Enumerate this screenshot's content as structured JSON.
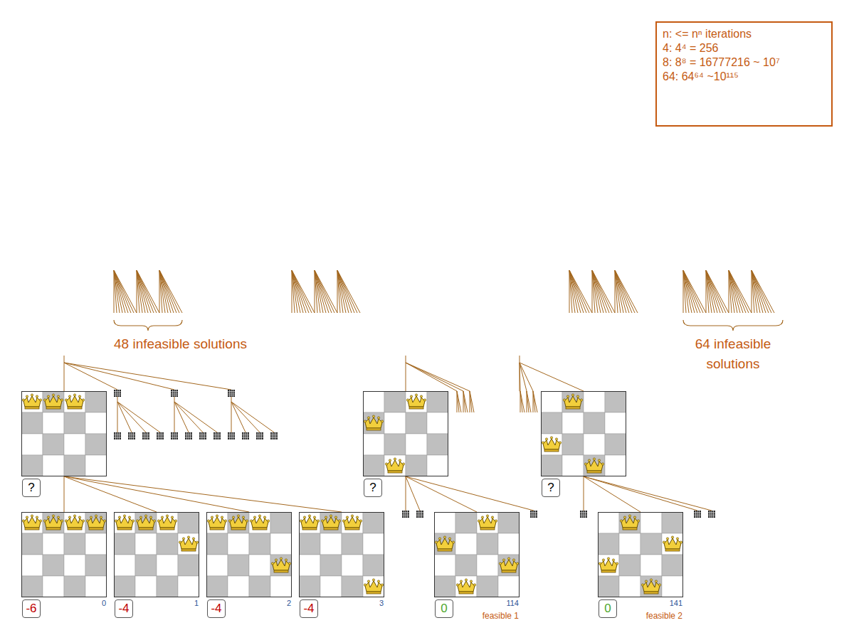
{
  "diagram": {
    "nodes": [
      {
        "text": [
          "n: <= nⁿ iterations",
          "4: 4⁴ = 256",
          "8: 8⁸ = 16777216 ~ 10⁷",
          "64: 64⁶⁴ ~10¹¹⁵"
        ]
      },
      {
        "text": [
          "?"
        ]
      },
      {
        "text": [
          "?"
        ]
      },
      {
        "text": [
          "?"
        ]
      },
      {
        "text": [
          "-6",
          "0"
        ]
      },
      {
        "text": [
          "-4",
          "1"
        ]
      },
      {
        "text": [
          "-4",
          "2"
        ]
      },
      {
        "text": [
          "-4",
          "3"
        ]
      },
      {
        "text": [
          "0",
          "114",
          "feasible 1"
        ]
      },
      {
        "text": [
          "0",
          "141",
          "feasible 2"
        ]
      }
    ],
    "edges": [
      {
        "from": 1,
        "to": 4,
        "arrow": "none"
      },
      {
        "from": 1,
        "to": 5,
        "arrow": "none"
      },
      {
        "from": 1,
        "to": 6,
        "arrow": "none"
      },
      {
        "from": 1,
        "to": 7,
        "arrow": "none"
      },
      {
        "from": 2,
        "to": 8,
        "arrow": "none"
      },
      {
        "from": 3,
        "to": 9,
        "arrow": "none"
      }
    ],
    "labels": [
      "48 infeasible solutions",
      "64 infeasible solutions"
    ]
  }
}
